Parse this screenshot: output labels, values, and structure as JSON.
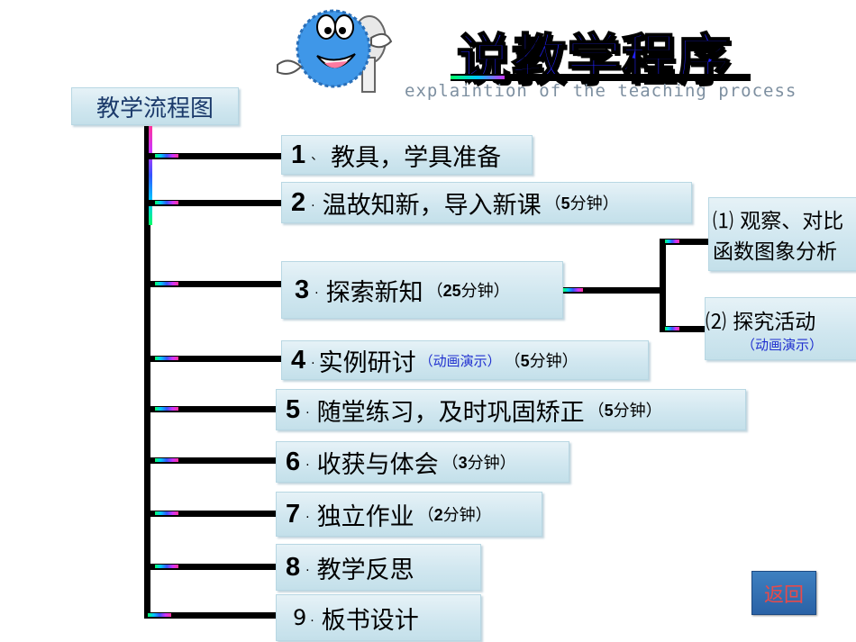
{
  "header": {
    "title": "说教学程序",
    "subtitle": "explaintion of the teaching process"
  },
  "flowchart": {
    "root_label": "教学流程图",
    "steps": [
      {
        "num": "1",
        "sep": "、",
        "label": "教具，学具准备",
        "duration": ""
      },
      {
        "num": "2",
        "sep": ".",
        "label": "温故知新，导入新课",
        "duration_pre": "（",
        "duration_num": "5",
        "duration_unit": "分钟）"
      },
      {
        "num": "3",
        "sep": ".",
        "label": "探索新知",
        "duration_pre": "（",
        "duration_num": "25",
        "duration_unit": "分钟）"
      },
      {
        "num": "4",
        "sep": ".",
        "label": "实例研讨",
        "anim": "（动画演示）",
        "duration_pre": "（",
        "duration_num": "5",
        "duration_unit": "分钟）"
      },
      {
        "num": "5",
        "sep": ".",
        "label": "随堂练习，及时巩固矫正",
        "duration_pre": "（",
        "duration_num": "5",
        "duration_unit": "分钟）"
      },
      {
        "num": "6",
        "sep": ".",
        "label": "收获与体会",
        "duration_pre": "（",
        "duration_num": "3",
        "duration_unit": "分钟）"
      },
      {
        "num": "7",
        "sep": ".",
        "label": "独立作业",
        "duration_pre": "（",
        "duration_num": "2",
        "duration_unit": "分钟）"
      },
      {
        "num": "8",
        "sep": ".",
        "label": "教学反思"
      },
      {
        "num": "9",
        "sep": ".",
        "label": "板书设计"
      }
    ],
    "substeps": [
      {
        "line1": "⑴ 观察、对比",
        "line2": "函数图象分析"
      },
      {
        "line1": "⑵ 探究活动",
        "line2": "（动画演示）"
      }
    ]
  },
  "nav": {
    "back_label": "返回"
  },
  "colors": {
    "box_fill": "#cfe6ef",
    "title_blue": "#2222ff",
    "back_button": "#2a62a6",
    "back_text": "#e84a4a"
  }
}
